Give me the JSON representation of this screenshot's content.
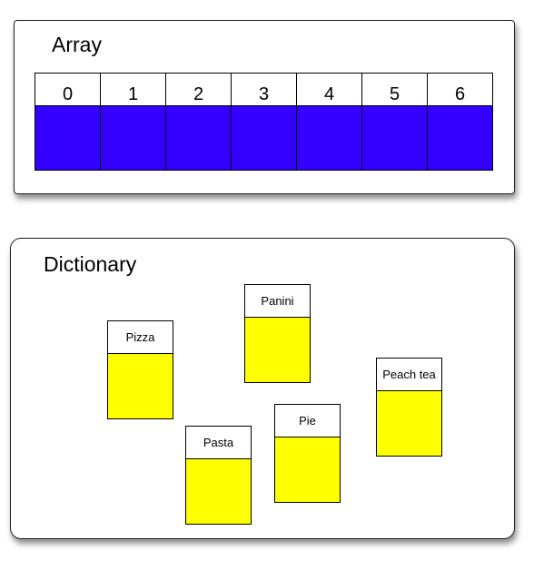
{
  "colors": {
    "array_slot": "#3300ff",
    "dict_value": "#ffff00",
    "border": "#000000",
    "background": "#ffffff"
  },
  "array": {
    "title": "Array",
    "indices": [
      "0",
      "1",
      "2",
      "3",
      "4",
      "5",
      "6"
    ]
  },
  "dictionary": {
    "title": "Dictionary",
    "keys": [
      "Pizza",
      "Panini",
      "Pasta",
      "Pie",
      "Peach tea"
    ]
  }
}
